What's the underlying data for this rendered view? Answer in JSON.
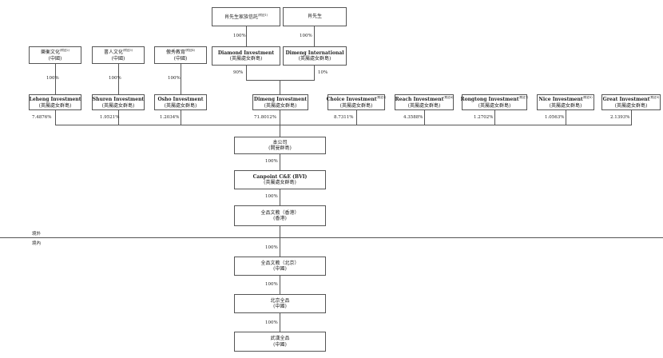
{
  "top_owners": {
    "trust": {
      "name": "肖先生家族信託",
      "note": "(附註1)"
    },
    "mr_xiao": {
      "name": "肖先生"
    }
  },
  "intermediates": {
    "diamond": {
      "name": "Diamond Investment",
      "place": "(英屬處女群島)",
      "pct_from_trust": "100%"
    },
    "dimeng_intl": {
      "name": "Dimeng International",
      "place": "(英屬處女群島)",
      "pct_from_xiao": "100%"
    }
  },
  "domestic_holders": [
    {
      "name": "樂衡文化",
      "note": "(附註2)",
      "place": "(中國)",
      "pct": "100%"
    },
    {
      "name": "書人文化",
      "note": "(附註3)",
      "place": "(中國)",
      "pct": "100%"
    },
    {
      "name": "傲秀教育",
      "note": "(附註4)",
      "place": "(中國)",
      "pct": "100%"
    }
  ],
  "shareholders": [
    {
      "name": "Leheng Investment",
      "note": "",
      "place": "(英屬處女群島)",
      "pct": "7.4876%"
    },
    {
      "name": "Shuren Investment",
      "note": "",
      "place": "(英屬處女群島)",
      "pct": "1.9521%"
    },
    {
      "name": "Osho Investment",
      "note": "",
      "place": "(英屬處女群島)",
      "pct": "1.2034%"
    },
    {
      "name": "Dimeng Investment",
      "note": "",
      "place": "(英屬處女群島)",
      "pct": "71.8012%"
    },
    {
      "name": "Choice Investment",
      "note": "(附註5)",
      "place": "(英屬處女群島)",
      "pct": "8.7311%"
    },
    {
      "name": "Reach Investment",
      "note": "(附註6)",
      "place": "(英屬處女群島)",
      "pct": "4.3588%"
    },
    {
      "name": "Rongtong Investment",
      "note": "(附註7)",
      "place": "(英屬處女群島)",
      "pct": "1.2702%"
    },
    {
      "name": "Nice Investment",
      "note": "(附註8)",
      "place": "(英屬處女群島)",
      "pct": "1.0563%"
    },
    {
      "name": "Great Investment",
      "note": "(附註9)",
      "place": "(英屬處女群島)",
      "pct": "2.1393%"
    }
  ],
  "dimeng_split": {
    "from_diamond": "90%",
    "from_intl": "10%"
  },
  "chain": [
    {
      "name": "本公司",
      "place": "(開曼群島)"
    },
    {
      "name": "Canpoint C&E (BVI)",
      "place": "(英屬處女群島)",
      "pct": "100%"
    },
    {
      "name": "全品文教（香港）",
      "place": "(香港)",
      "pct": "100%"
    },
    {
      "name": "全品文教（北京）",
      "place": "(中國)",
      "pct": "100%"
    },
    {
      "name": "北京全品",
      "place": "(中國)",
      "pct": "100%"
    },
    {
      "name": "武漢全品",
      "place": "(中國)",
      "pct": "100%"
    }
  ],
  "regions": {
    "offshore": "境外",
    "onshore": "境內"
  }
}
